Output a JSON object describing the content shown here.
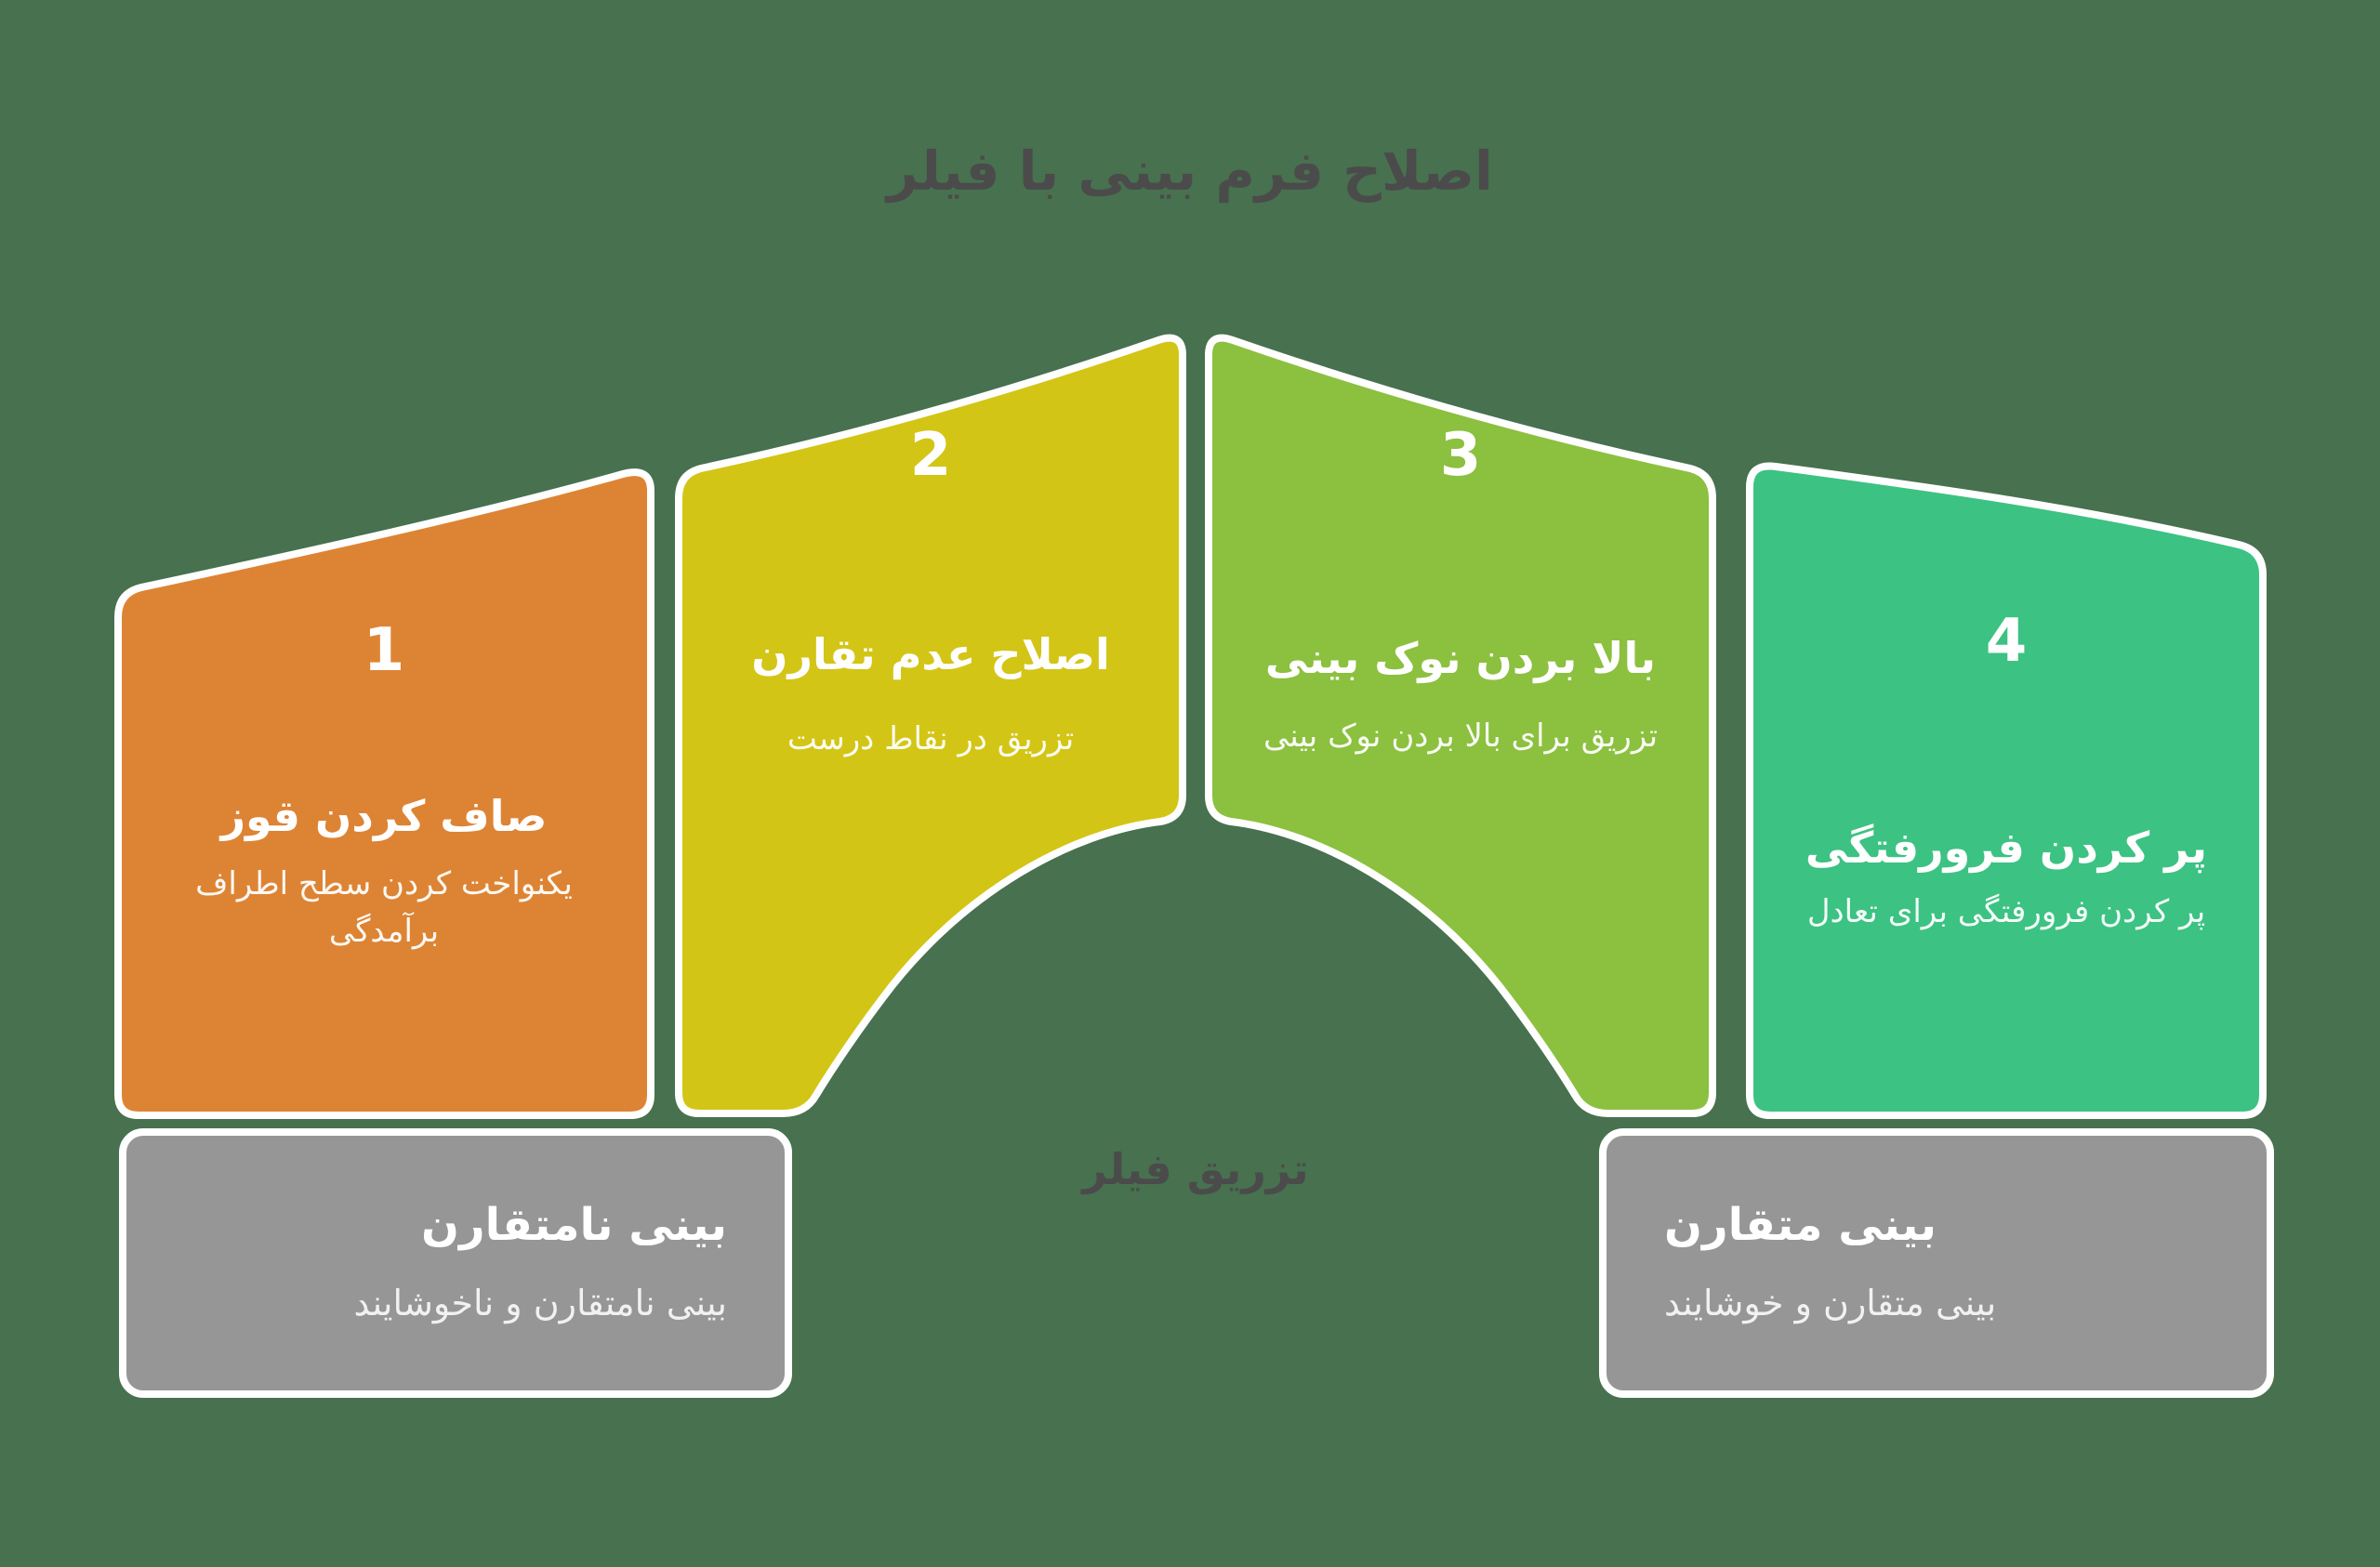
{
  "title": {
    "text": "اصلاح فرم بینی با فیلر",
    "color": "#4b4b4b"
  },
  "center_label": {
    "text": "تزریق فیلر",
    "color": "#4b4b4b"
  },
  "colors": {
    "background": "#47714F",
    "outline": "#ffffff",
    "panel_text": "#ffffff"
  },
  "segments": [
    {
      "number": "1",
      "title": "صاف کردن قوز",
      "description": "یکنواخت کردن سطح اطراف برآمدگی",
      "color": "#DD8434"
    },
    {
      "number": "2",
      "title": "اصلاح عدم تقارن",
      "description": "تزریق در نقاط درست",
      "color": "#D3C516"
    },
    {
      "number": "3",
      "title": "بالا بردن نوک بینی",
      "description": "تزریق برای بالا بردن نوک بینی",
      "color": "#8CC03F"
    },
    {
      "number": "4",
      "title": "پر کردن فرورفتگی",
      "description": "پر کردن فرورفتگی برای تعادل",
      "color": "#3CC282"
    }
  ],
  "footer_boxes": [
    {
      "title": "بینی نامتقارن",
      "description": "بینی نامتقارن و ناخوشایند",
      "color": "#969696"
    },
    {
      "title": "بینی متقارن",
      "description": "بینی متقارن و خوشایند",
      "color": "#969696"
    }
  ]
}
